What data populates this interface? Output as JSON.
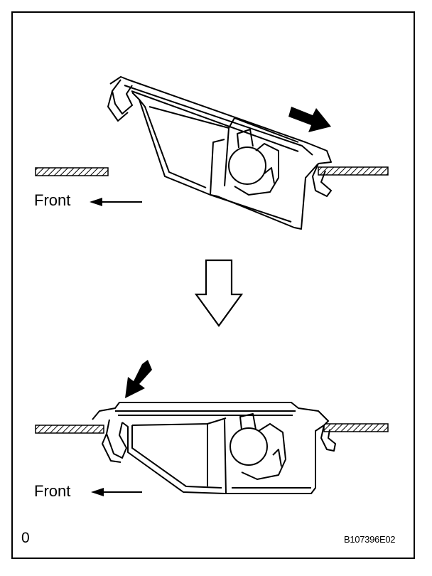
{
  "diagram": {
    "top_label": "Front",
    "bottom_label": "Front",
    "figure_number": "0",
    "figure_code": "B107396E02"
  }
}
